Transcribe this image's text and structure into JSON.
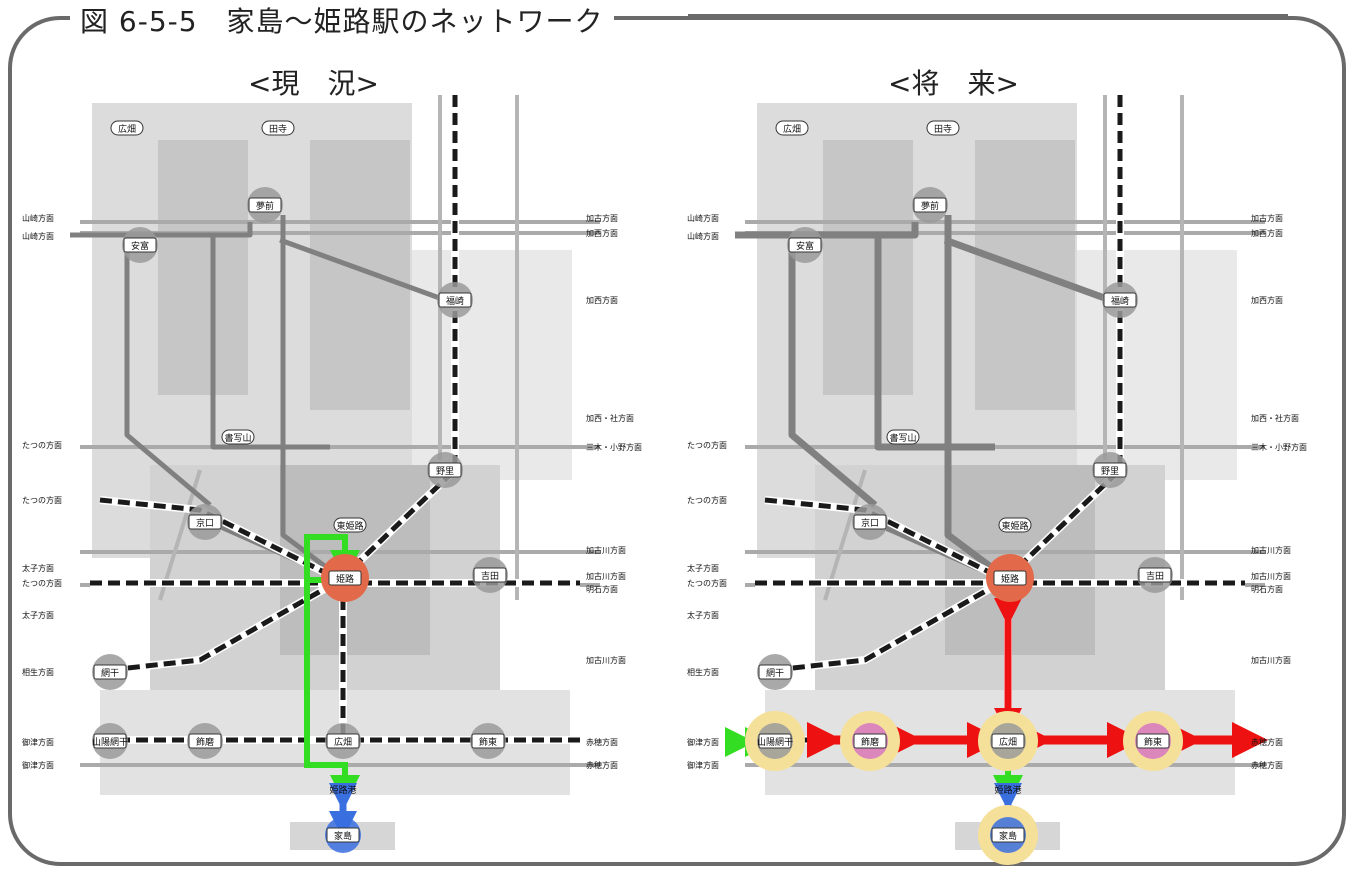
{
  "title": "図 6-5-5　家島～姫路駅のネットワーク",
  "panels": [
    {
      "heading": "<現　況>",
      "stations": {
        "hirohata": "広畑",
        "tanaka": "田寺",
        "yumesaki": "夢前",
        "yasutomi": "安富",
        "fukusaki": "福崎",
        "shoshazan": "書写山",
        "nozato": "野里",
        "himeji": "姫路",
        "kyoguchi": "京口",
        "higashihimeji": "東姫路",
        "yoshida": "吉田",
        "amida": "網干",
        "sanyoaboshi": "山陽網干",
        "shikama": "飾磨",
        "hirohata2": "広畑",
        "shikamasha": "飾東",
        "shikama_port": "姫路港",
        "ieshima": "家島"
      },
      "side_labels_left": [
        "山崎方面",
        "山崎方面",
        "たつの方面",
        "たつの方面",
        "太子方面",
        "たつの方面",
        "太子方面",
        "相生方面",
        "御津方面",
        "御津方面"
      ],
      "side_labels_right": [
        "加古方面",
        "加西方面",
        "加西方面",
        "加西・社方面",
        "三木・小野方面",
        "加古川方面",
        "加古川方面",
        "明石方面",
        "加古川方面",
        "赤穂方面",
        "赤穂方面"
      ]
    },
    {
      "heading": "<将　来>",
      "stations": {
        "hirohata": "広畑",
        "tanaka": "田寺",
        "yumesaki": "夢前",
        "yasutomi": "安富",
        "fukusaki": "福崎",
        "shoshazan": "書写山",
        "nozato": "野里",
        "himeji": "姫路",
        "kyoguchi": "京口",
        "higashihimeji": "東姫路",
        "yoshida": "吉田",
        "amida": "網干",
        "sanyoaboshi": "山陽網干",
        "shikama": "飾磨",
        "hirohata2": "広畑",
        "shikamasha": "飾東",
        "shikama_port": "姫路港",
        "ieshima": "家島"
      },
      "side_labels_left": [
        "山崎方面",
        "山崎方面",
        "たつの方面",
        "たつの方面",
        "太子方面",
        "たつの方面",
        "太子方面",
        "相生方面",
        "御津方面",
        "御津方面"
      ],
      "side_labels_right": [
        "加古方面",
        "加西方面",
        "加西方面",
        "加西・社方面",
        "三木・小野方面",
        "加古川方面",
        "加古川方面",
        "明石方面",
        "加古川方面",
        "赤穂方面",
        "赤穂方面"
      ]
    }
  ],
  "colors": {
    "route_gray": "#808080",
    "rail_black": "#1a1a1a",
    "green": "#33dd22",
    "red": "#ee1111",
    "blue": "#3a6fe0",
    "hub_orange": "#e26a4a",
    "future_yellow": "#f5e09a",
    "future_pink": "#d777c2"
  }
}
